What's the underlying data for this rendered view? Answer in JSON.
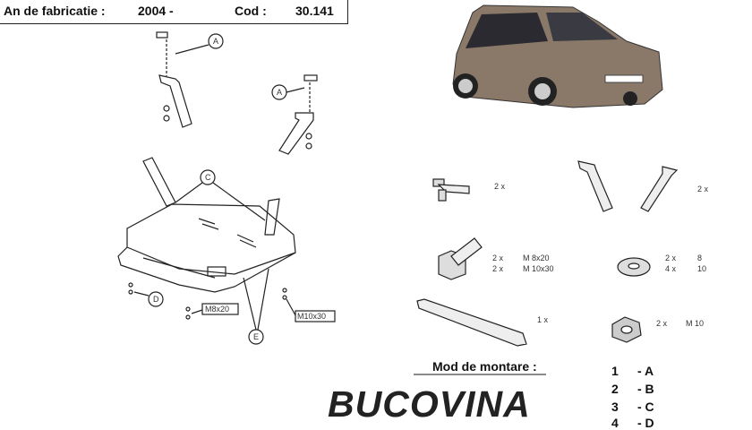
{
  "header": {
    "year_label": "An de fabricatie :",
    "year_value": "2004  -",
    "code_label": "Cod :",
    "code_value": "30.141"
  },
  "callouts": {
    "a1": "A",
    "a2": "A",
    "c": "C",
    "d": "D",
    "e": "E",
    "m8x20": "M8x20",
    "m10x30": "M10x30"
  },
  "parts": {
    "bracket_qty": "2 x",
    "strap_qty": "2 x",
    "bolt_q1": "2 x",
    "bolt_s1": "M 8x20",
    "bolt_q2": "2 x",
    "bolt_s2": "M 10x30",
    "washer_q1": "2 x",
    "washer_s1": "8",
    "washer_q2": "4 x",
    "washer_s2": "10",
    "bar_qty": "1 x",
    "nut_qty": "2 x",
    "nut_s": "M 10"
  },
  "mounting": {
    "title": "Mod de montare :",
    "steps": [
      {
        "num": "1",
        "code": "- A"
      },
      {
        "num": "2",
        "code": "- B"
      },
      {
        "num": "3",
        "code": "- C"
      },
      {
        "num": "4",
        "code": "- D"
      }
    ]
  },
  "brand": "BUCOVINA",
  "colors": {
    "car": "#8a7868",
    "logo": "#222222"
  }
}
